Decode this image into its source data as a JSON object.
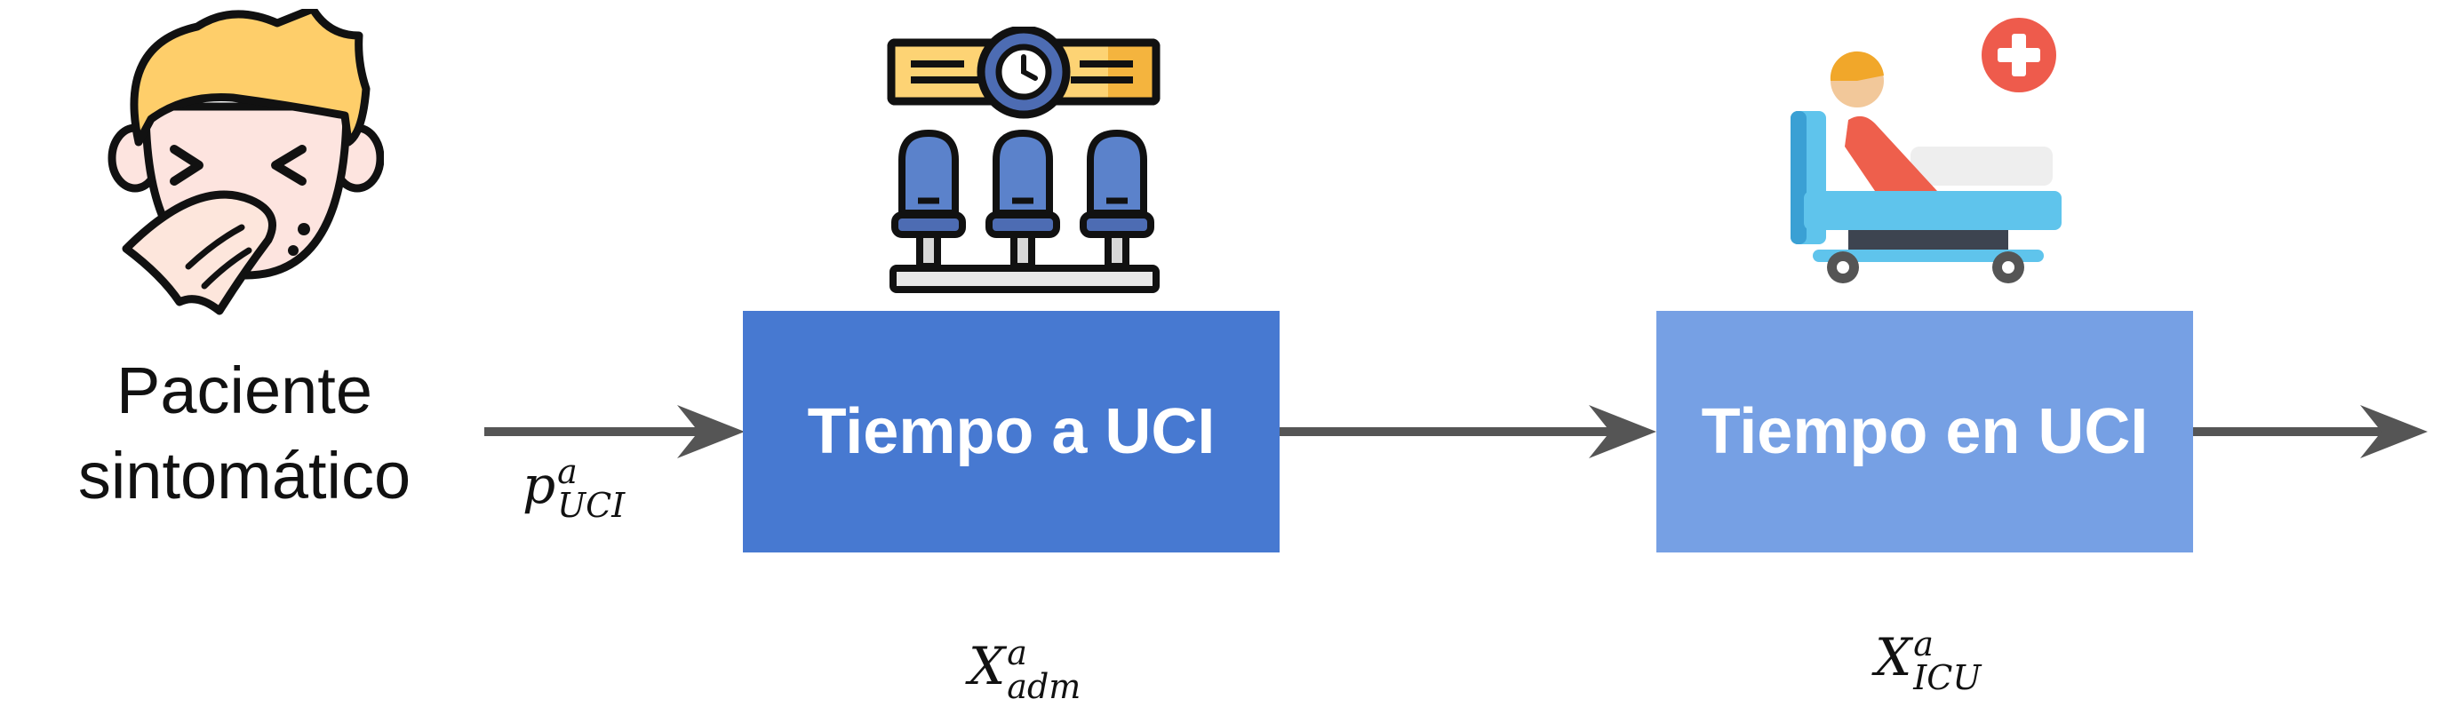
{
  "patient": {
    "line1": "Paciente",
    "line2": "sintomático"
  },
  "boxes": {
    "admission": "Tiempo a UCI",
    "icu": "Tiempo en UCI"
  },
  "labels": {
    "probability": {
      "base": "p",
      "sup": "a",
      "sub": "UCI"
    },
    "x_admission": {
      "base": "X",
      "sup": "a",
      "sub": "adm"
    },
    "x_icu": {
      "base": "X",
      "sup": "a",
      "sub": "ICU"
    }
  },
  "icons": {
    "patient": "sneezing-person-icon",
    "waiting_room": "waiting-room-icon",
    "icu_bed": "hospital-bed-icon",
    "medical_cross": "medical-cross-icon"
  },
  "colors": {
    "box_admission": "#4779d1",
    "box_icu": "#76a0e4",
    "arrow": "#555555"
  }
}
